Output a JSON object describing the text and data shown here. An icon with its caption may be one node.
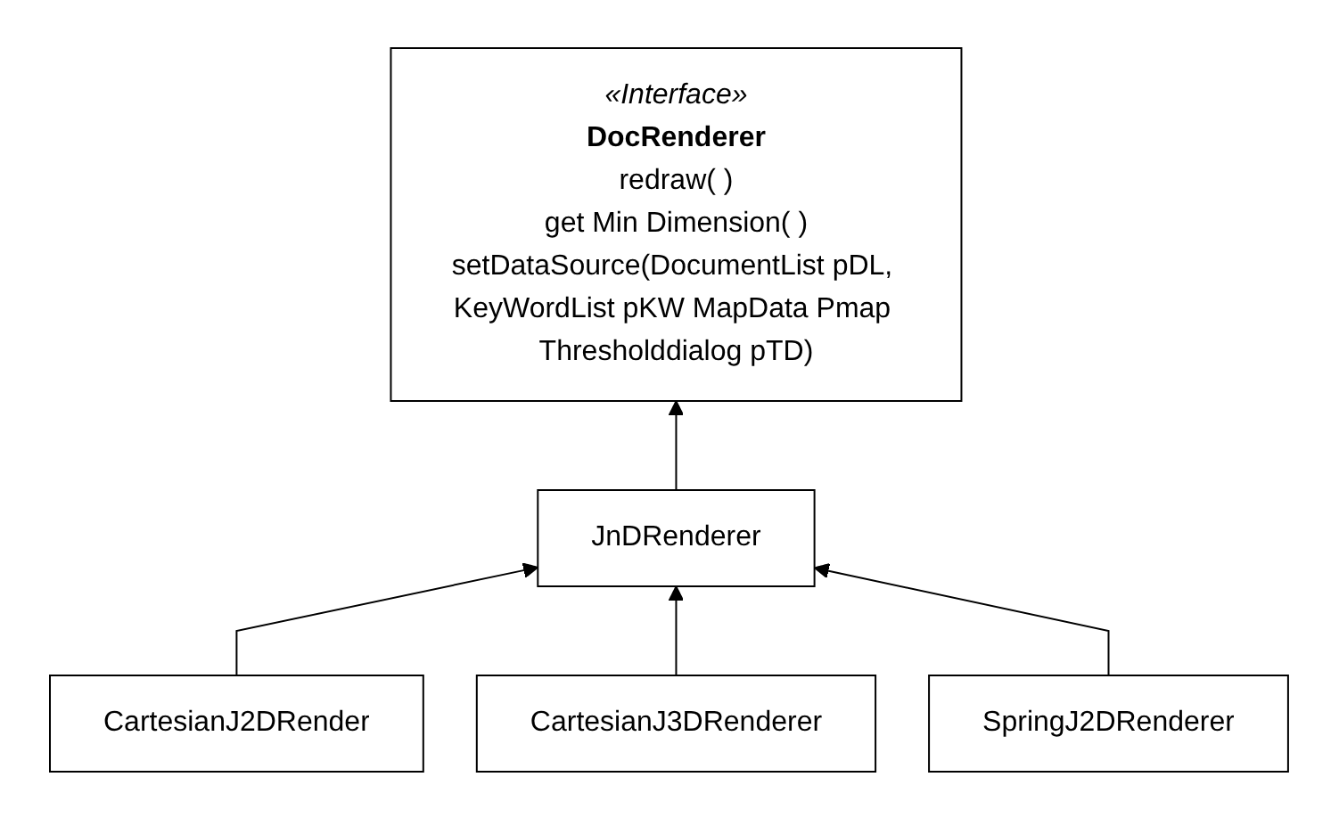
{
  "diagram": {
    "nodes": [
      {
        "text": [
          "«Interface»",
          "DocRenderer",
          "redraw( )",
          "get Min Dimension( )",
          "setDataSource(DocumentList pDL, KeyWordList pKW MapData Pmap Thresholddialog pTD)"
        ]
      },
      {
        "text": [
          "JnDRenderer"
        ]
      },
      {
        "text": [
          "CartesianJ2DRender"
        ]
      },
      {
        "text": [
          "CartesianJ3DRenderer"
        ]
      },
      {
        "text": [
          "SpringJ2DRenderer"
        ]
      }
    ],
    "edges": [
      {
        "from": 1,
        "to": 0,
        "arrow": "to"
      },
      {
        "from": 2,
        "to": 1,
        "arrow": "to"
      },
      {
        "from": 3,
        "to": 1,
        "arrow": "to"
      },
      {
        "from": 4,
        "to": 1,
        "arrow": "to"
      }
    ]
  }
}
